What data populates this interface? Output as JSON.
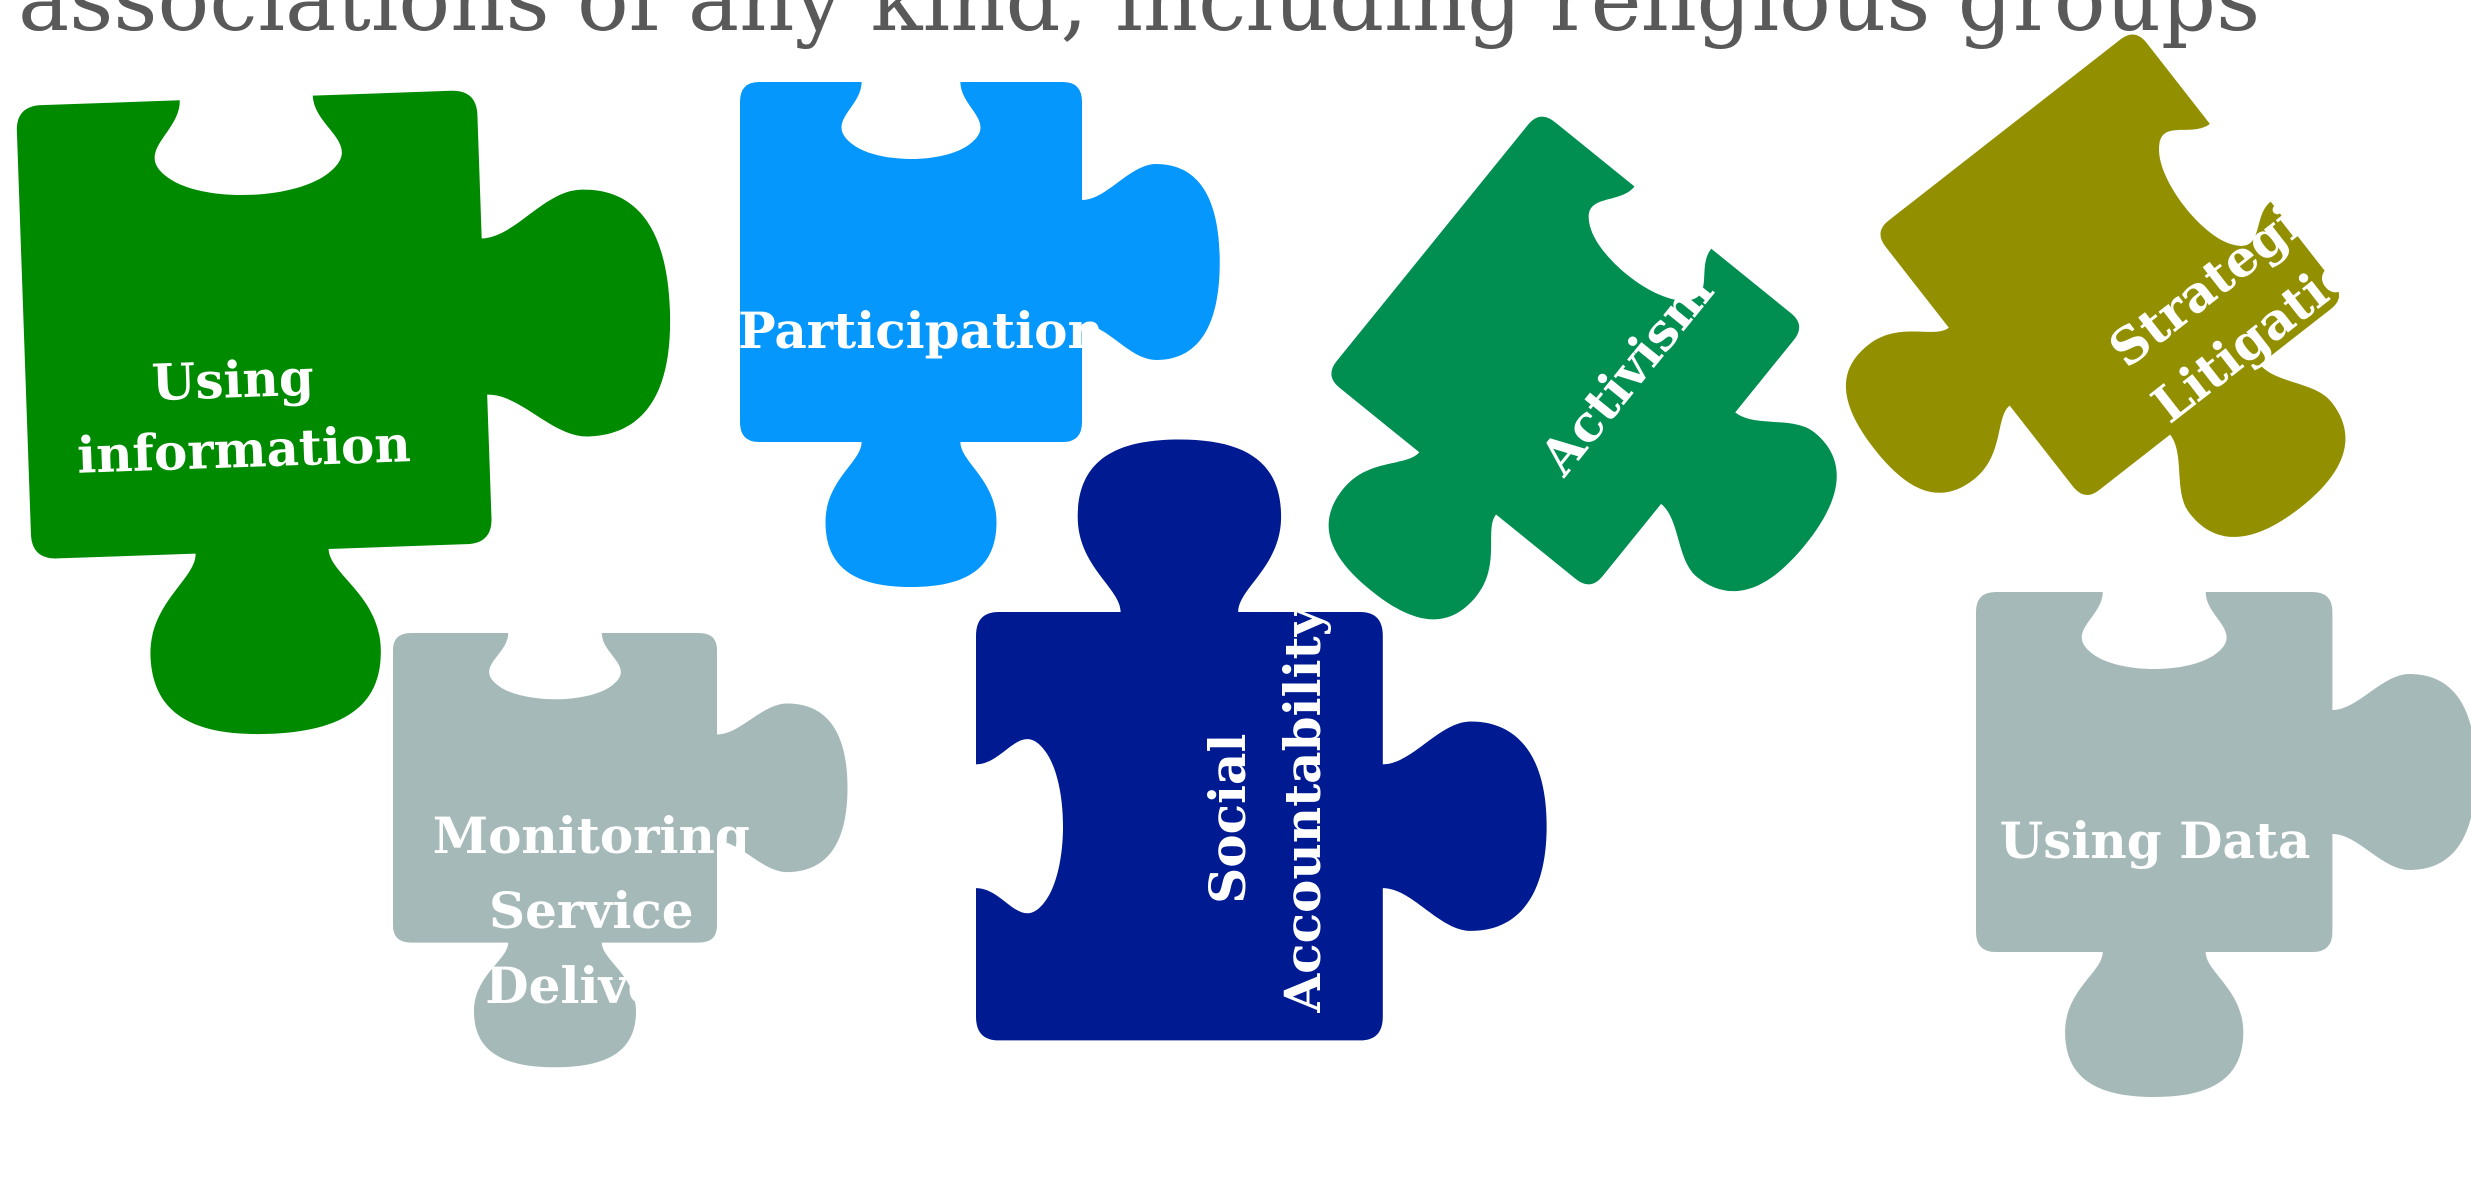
{
  "heading": {
    "text": "associations of any kind, including religious groups"
  },
  "pieces": [
    {
      "id": "using-information",
      "lines": [
        "Using",
        "information"
      ],
      "color": "#008a00"
    },
    {
      "id": "participation",
      "lines": [
        "Participation"
      ],
      "color": "#0597fc"
    },
    {
      "id": "activism",
      "lines": [
        "Activism"
      ],
      "color": "#008f51"
    },
    {
      "id": "strategic-litigation",
      "lines": [
        "Strategic",
        "Litigation"
      ],
      "color": "#928f00"
    },
    {
      "id": "monitoring-service-delivery",
      "lines": [
        "Monitoring",
        "Service",
        "Delivery"
      ],
      "color": "#a6b9b9"
    },
    {
      "id": "social-accountability",
      "lines": [
        "Social",
        "Accountability"
      ],
      "color": "#001a92"
    },
    {
      "id": "using-data",
      "lines": [
        "Using Data"
      ],
      "color": "#a6b9b9"
    }
  ]
}
